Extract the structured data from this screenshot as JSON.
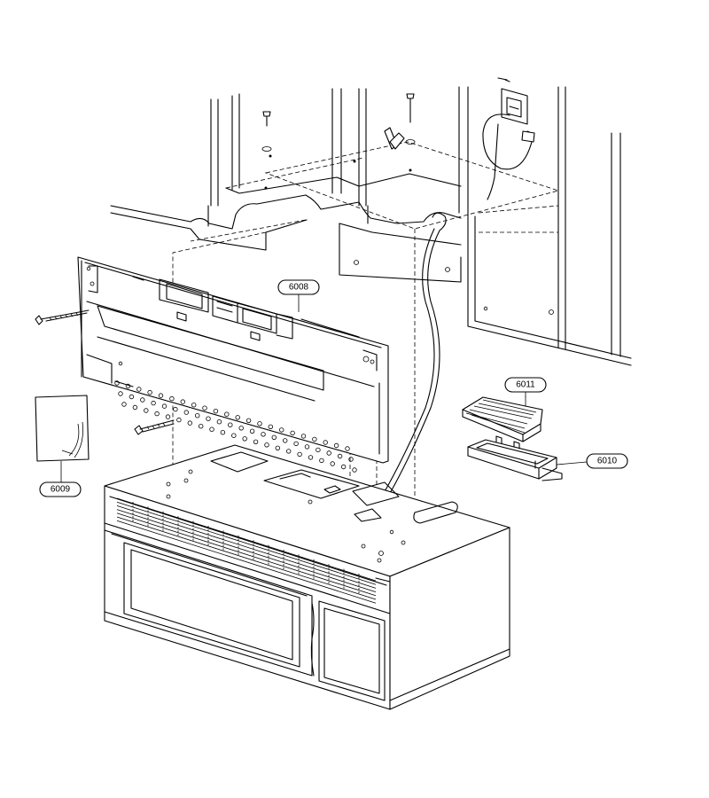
{
  "callouts": {
    "c6008": "6008",
    "c6009": "6009",
    "c6010": "6010",
    "c6011": "6011"
  }
}
